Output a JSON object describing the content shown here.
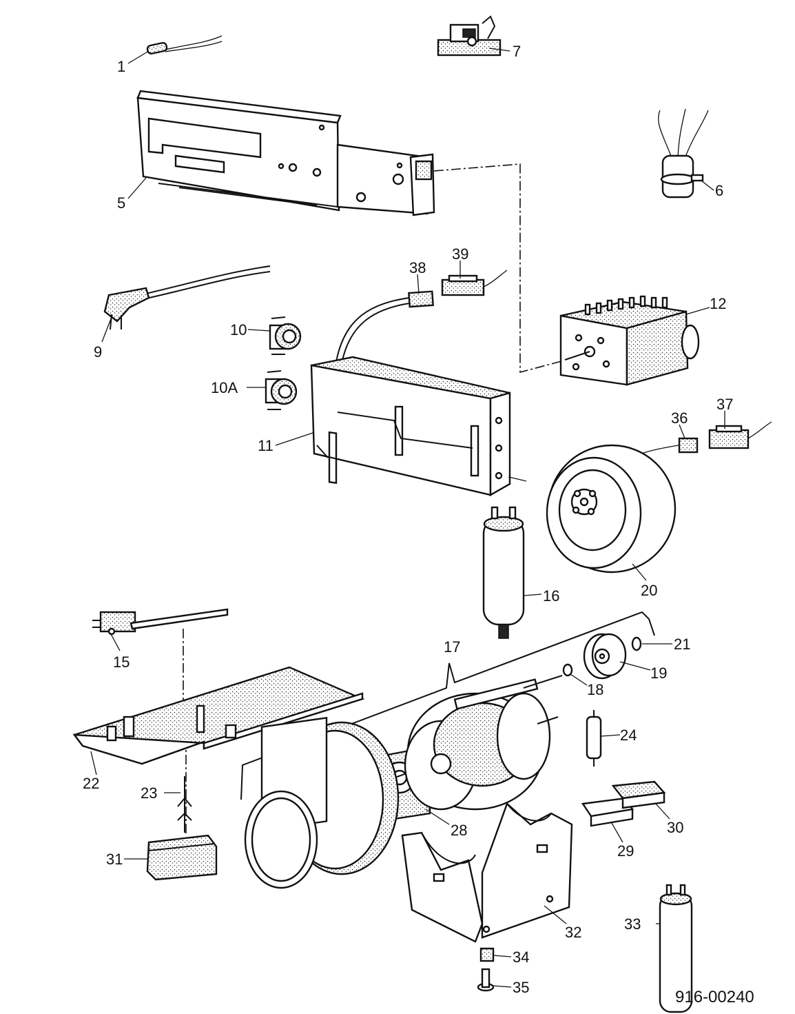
{
  "diagram_code": "916-00240",
  "callouts": [
    "1",
    "5",
    "6",
    "7",
    "9",
    "10",
    "10A",
    "11",
    "12",
    "15",
    "16",
    "17",
    "18",
    "19",
    "20",
    "21",
    "22",
    "23",
    "24",
    "28",
    "29",
    "30",
    "31",
    "32",
    "33",
    "34",
    "35",
    "36",
    "37",
    "38",
    "39"
  ]
}
